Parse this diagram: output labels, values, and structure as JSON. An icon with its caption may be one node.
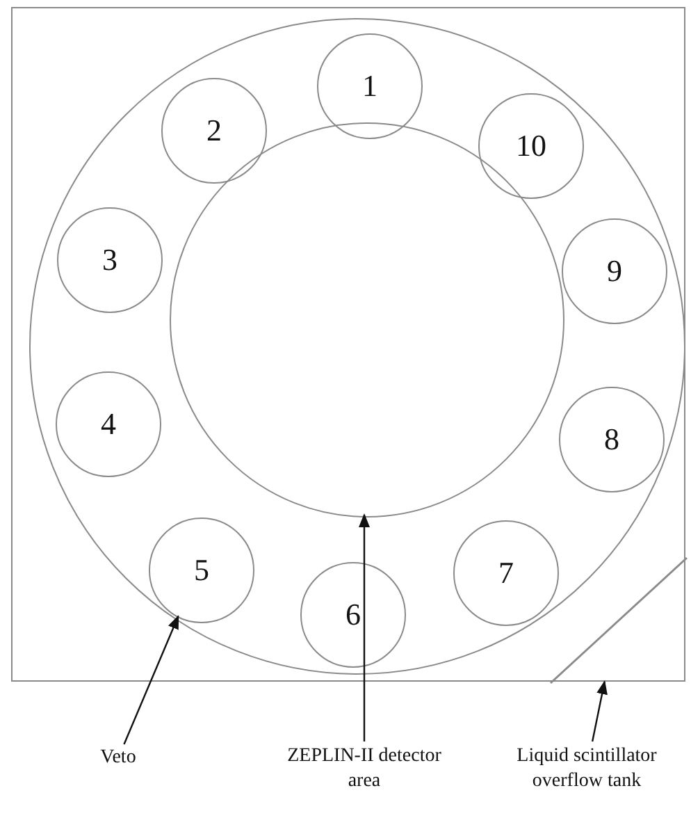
{
  "diagram": {
    "nodes": [
      {
        "text": [],
        "shape": "box"
      },
      {
        "text": [],
        "shape": "circle",
        "in": 0
      },
      {
        "text": [
          "1"
        ],
        "in": 1
      },
      {
        "text": [
          "2"
        ],
        "in": 1
      },
      {
        "text": [
          "10"
        ],
        "in": 1
      },
      {
        "text": [
          "3"
        ],
        "in": 1
      },
      {
        "text": [
          "9"
        ],
        "in": 1
      },
      {
        "text": [
          "4"
        ],
        "in": 1
      },
      {
        "text": [
          "8"
        ],
        "in": 1
      },
      {
        "text": [
          "5"
        ],
        "in": 1
      },
      {
        "text": [
          "7"
        ],
        "in": 1
      },
      {
        "text": [
          "6"
        ],
        "in": 1
      },
      {
        "text": [],
        "shape": "circle",
        "in": 1
      },
      {
        "text": [],
        "shape": "triangle",
        "in": 0
      },
      {
        "text": [
          "Veto"
        ]
      },
      {
        "text": [
          "ZEPLIN-II detector area"
        ]
      },
      {
        "text": [
          "Liquid scintillator overflow tank"
        ]
      }
    ],
    "edges": [
      {
        "from": 14,
        "to": 9,
        "arrow": "to"
      },
      {
        "from": 15,
        "to": 12,
        "arrow": "to"
      },
      {
        "from": 16,
        "to": 13,
        "arrow": "to"
      }
    ]
  }
}
